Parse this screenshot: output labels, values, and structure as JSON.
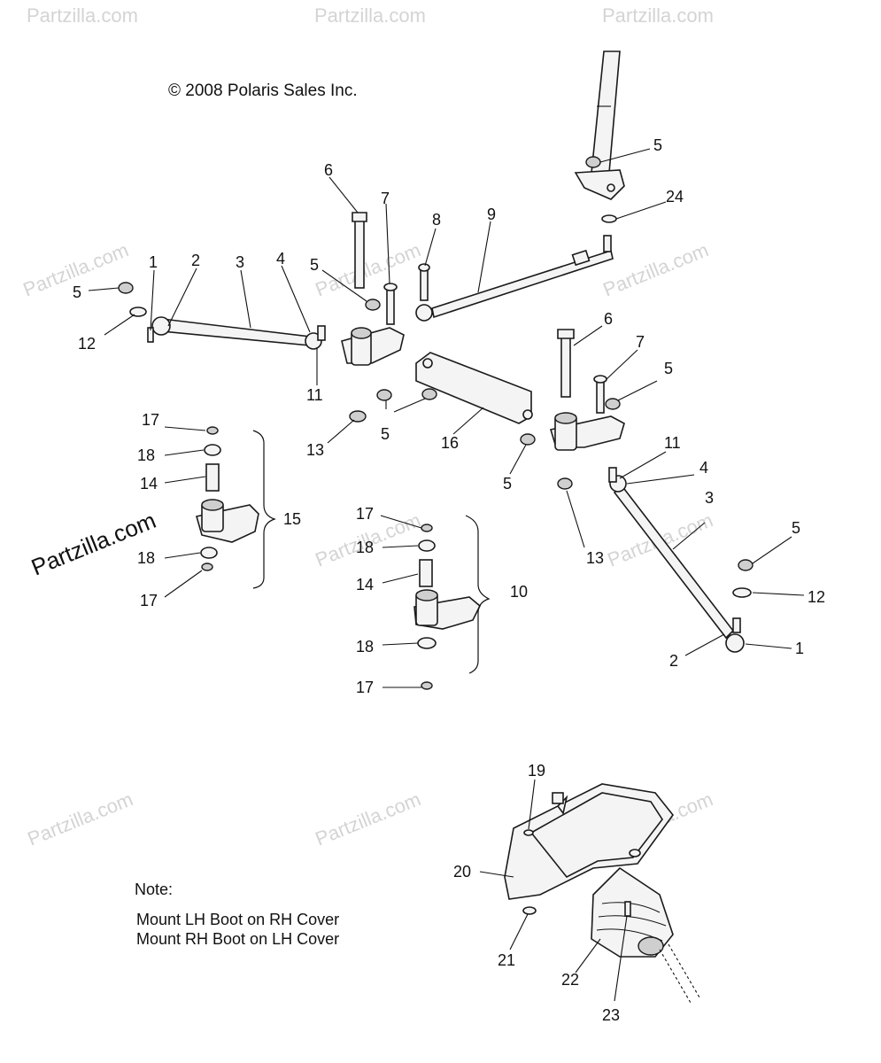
{
  "copyright": "© 2008 Polaris Sales Inc.",
  "watermark": {
    "small": "Partzilla.com",
    "large": "Partzilla.com"
  },
  "note": {
    "heading": "Note:",
    "line1": "Mount LH Boot on RH Cover",
    "line2": "Mount RH Boot on LH Cover"
  },
  "callouts": [
    "1",
    "2",
    "3",
    "4",
    "5",
    "5",
    "6",
    "7",
    "8",
    "9",
    "5",
    "24",
    "12",
    "11",
    "5",
    "13",
    "16",
    "5",
    "6",
    "7",
    "5",
    "11",
    "4",
    "3",
    "17",
    "18",
    "14",
    "15",
    "18",
    "17",
    "17",
    "18",
    "14",
    "10",
    "18",
    "17",
    "5",
    "12",
    "1",
    "2",
    "13",
    "19",
    "20",
    "21",
    "22",
    "23"
  ]
}
